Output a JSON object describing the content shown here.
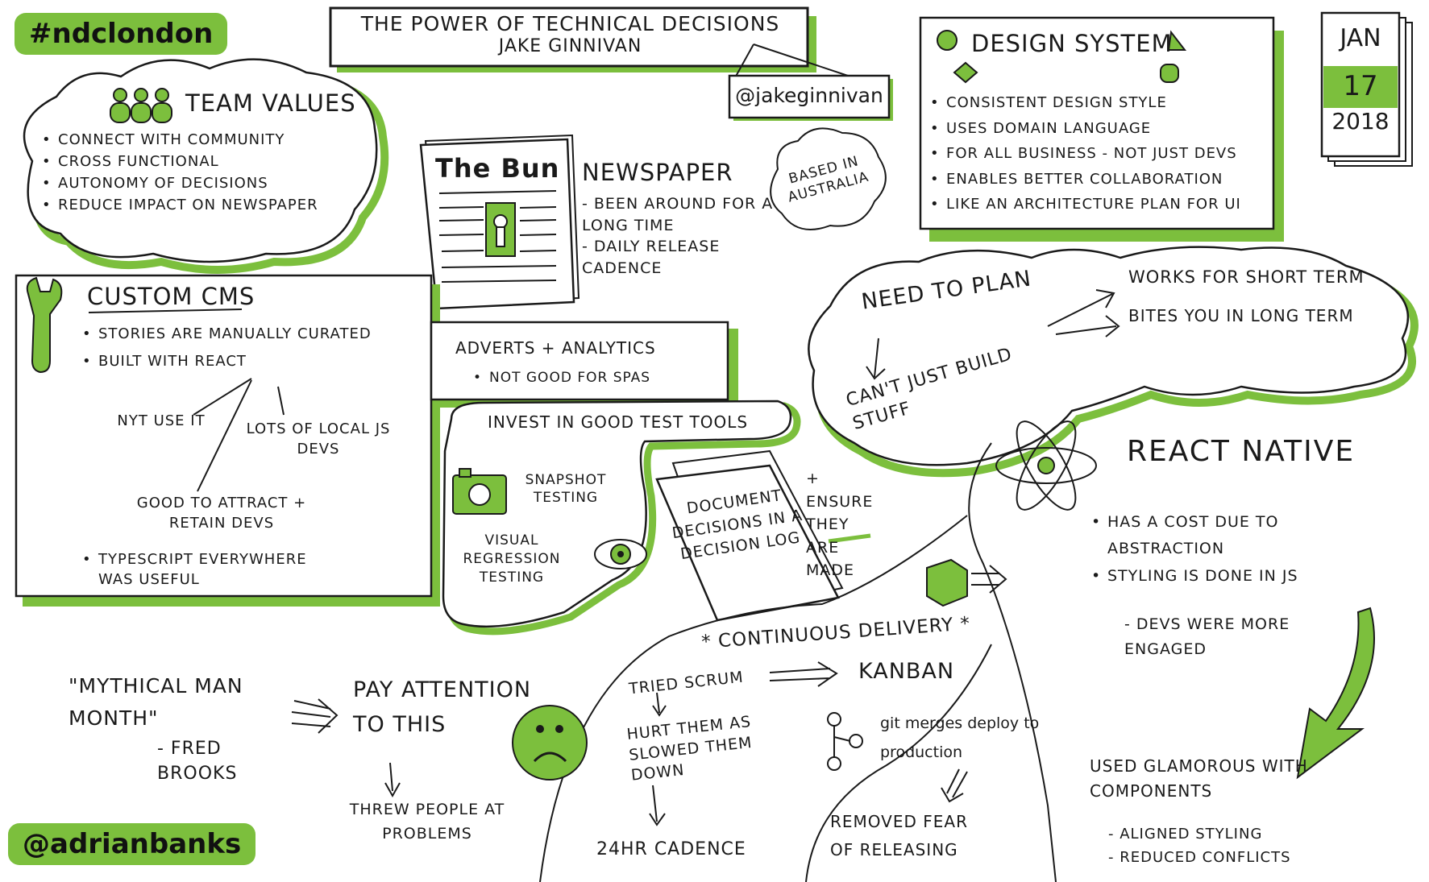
{
  "colors": {
    "accent": "#7cbf3d",
    "ink": "#1a1a1a",
    "paper": "#ffffff"
  },
  "event_tag": "#ndclondon",
  "author_tag": "@adrianbanks",
  "talk": {
    "title": "The Power of Technical Decisions",
    "speaker": "Jake Ginnivan",
    "handle": "@jakeginnivan"
  },
  "date": {
    "month": "JAN",
    "day": "17",
    "year": "2018"
  },
  "team_values": {
    "icon": "people-icon",
    "title": "Team Values",
    "items": [
      "Connect with community",
      "Cross functional",
      "Autonomy of decisions",
      "Reduce impact on newspaper"
    ]
  },
  "newspaper": {
    "masthead": "The Bun",
    "title": "Newspaper",
    "points": [
      "- Been around for a long time",
      "- Daily release cadence"
    ],
    "location_note": "Based in Australia"
  },
  "design_system": {
    "title": "Design System",
    "items": [
      "Consistent design style",
      "Uses domain language",
      "For all business - not just devs",
      "Enables better collaboration",
      "Like an architecture plan for UI"
    ]
  },
  "custom_cms": {
    "icon": "wrench-icon",
    "title": "Custom CMS",
    "items": [
      "Stories are manually curated",
      "Built with React"
    ],
    "branches": [
      "NYT use it",
      "Lots of local JS devs",
      "Good to attract + retain devs"
    ],
    "last_item": "Typescript everywhere was useful"
  },
  "adverts": {
    "title": "Adverts + Analytics",
    "item": "Not good for SPAs"
  },
  "test_tools": {
    "title": "Invest in good test tools",
    "snapshot": "Snapshot testing",
    "visual": "Visual regression testing",
    "camera_icon": "camera-icon",
    "eye_icon": "eye-icon"
  },
  "decision_log": {
    "book": "Document decisions in a decision log",
    "note": "+ ensure they are made"
  },
  "planning": {
    "need": "Need to plan",
    "cant": "Can't just build stuff",
    "short": "Works for short term",
    "long": "Bites you in long term"
  },
  "react_native": {
    "icon": "atom-icon",
    "title": "React Native",
    "items": [
      "Has a cost due to abstraction",
      "Styling is done in JS"
    ],
    "sub": "- Devs were more engaged",
    "glamorous": "Used Glamorous with components",
    "glam_points": [
      "- Aligned styling",
      "- Reduced conflicts"
    ]
  },
  "mythical": {
    "quote": "\"Mythical Man Month\"",
    "author": "- Fred Brooks",
    "attention": "Pay attention to this",
    "result": "Threw people at problems",
    "face_icon": "sad-face-icon"
  },
  "delivery": {
    "title": "* Continuous Delivery *",
    "tried": "Tried Scrum",
    "kanban": "Kanban",
    "hurt": "Hurt them as slowed them down",
    "cadence": "24hr cadence",
    "git": "git merges deploy to production",
    "removed": "Removed fear of releasing",
    "box_icon": "package-icon",
    "branch_icon": "git-branch-icon"
  }
}
